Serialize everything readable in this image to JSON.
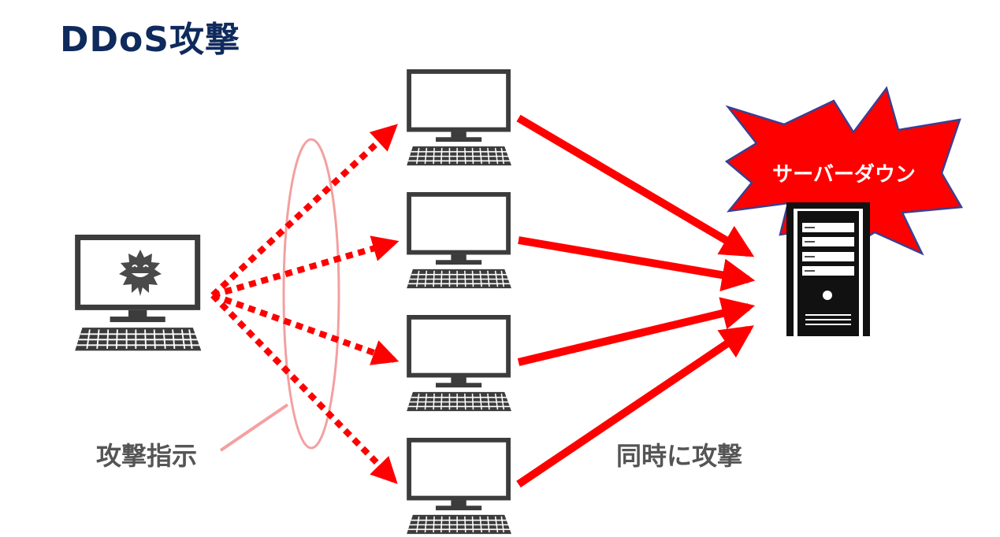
{
  "title": "DDoS攻撃",
  "labels": {
    "attack_command": "攻撃指示",
    "simultaneous_attack": "同時に攻撃",
    "server_down": "サーバーダウン"
  },
  "colors": {
    "title": "#0f2a5c",
    "arrow_red": "#ff0000",
    "ellipse": "#f4a0a0",
    "device": "#3c3c3c",
    "label_gray": "#555555",
    "burst_fill": "#ff0000",
    "burst_stroke": "#3b3f8f"
  },
  "icons": {
    "attacker": "computer-with-virus-icon",
    "bots": "computer-icon",
    "target": "server-tower-icon",
    "explosion": "explosion-burst-icon"
  }
}
